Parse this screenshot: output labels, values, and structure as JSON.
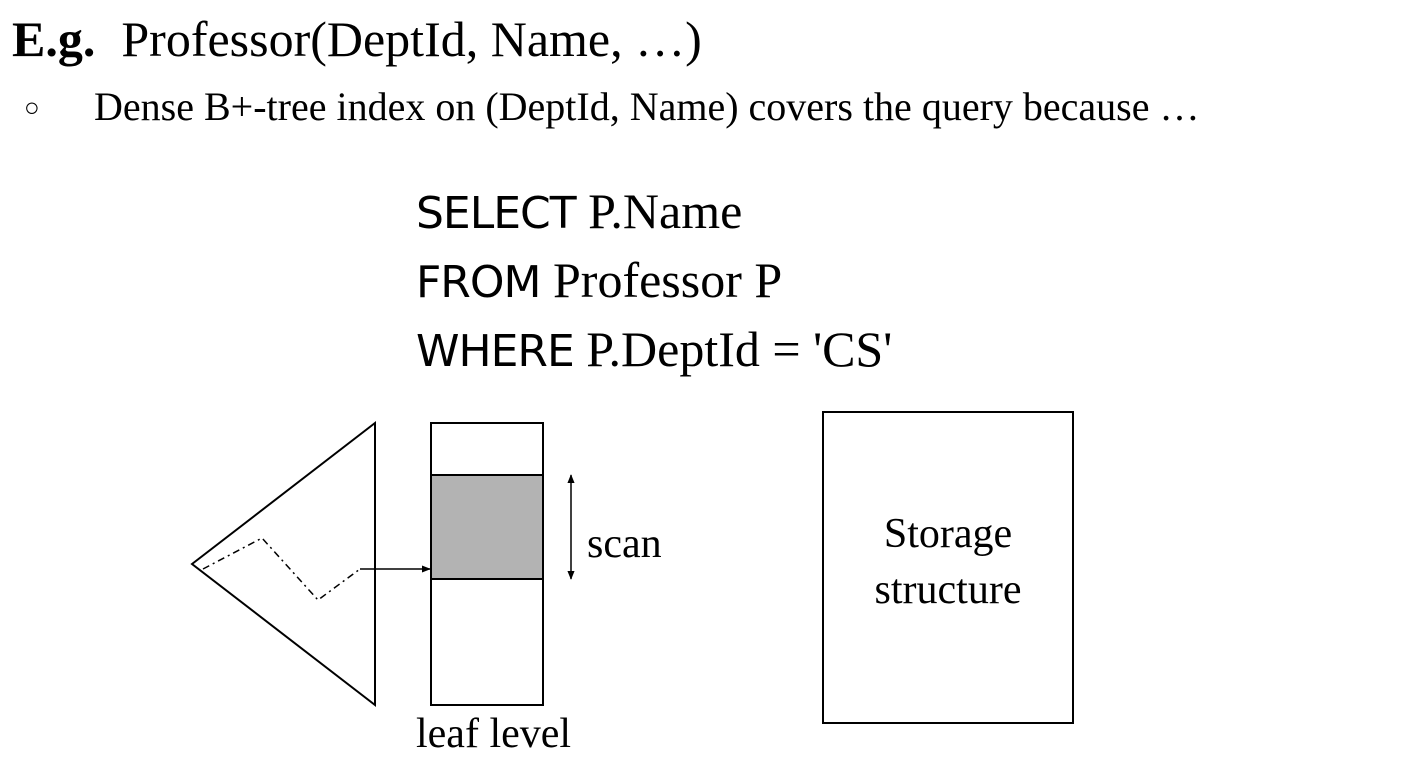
{
  "heading": {
    "prefix": "E.g.",
    "relation": "Professor(DeptId, Name, …)"
  },
  "bullet": {
    "marker": "○",
    "text": "Dense B+-tree index on (DeptId, Name)  covers the query because …"
  },
  "query": {
    "select_kw": "SELECT",
    "select_rest": "P.Name",
    "from_kw": "FROM",
    "from_rest": "Professor P",
    "where_kw": "WHERE",
    "where_rest": "P.DeptId = 'CS'"
  },
  "diagram": {
    "scan_label": "scan",
    "leaf_label": "leaf level",
    "storage_line1": "Storage",
    "storage_line2": "structure",
    "scan_fill_color": "#b3b3b3"
  }
}
